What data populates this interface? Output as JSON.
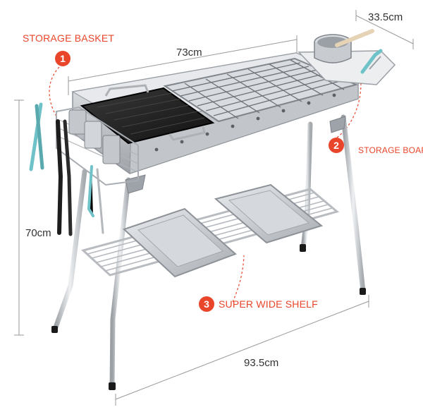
{
  "dimensions": {
    "length": "73cm",
    "depth": "33.5cm",
    "height": "70cm",
    "overall_length": "93.5cm"
  },
  "features": [
    {
      "number": "1",
      "label": "STORAGE BASKET"
    },
    {
      "number": "2",
      "label": "STORAGE BOAR"
    },
    {
      "number": "3",
      "label": "SUPER WIDE SHELF"
    }
  ],
  "colors": {
    "accent": "#e8452a",
    "badge": "#e8452a",
    "dimension_text": "#333333",
    "dimension_line": "#999999",
    "steel": "#c8cbcf",
    "handle": "#6fc2c7"
  }
}
